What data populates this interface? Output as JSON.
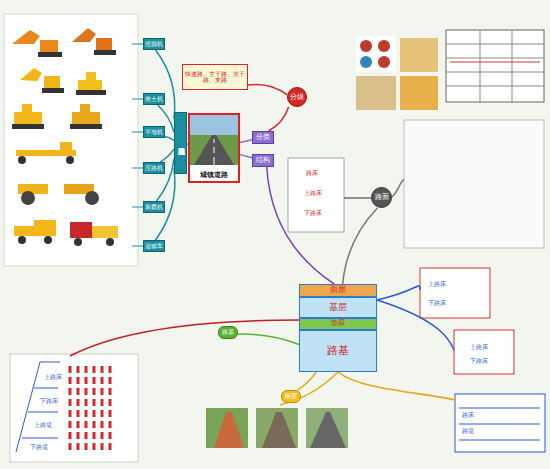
{
  "diagram": {
    "nodes": [
      {
        "text": [
          "城镇道路"
        ]
      },
      {
        "text": [
          "分类"
        ]
      },
      {
        "text": [
          "结构"
        ]
      },
      {
        "text": [
          "分级"
        ]
      },
      {
        "text": [
          "路面"
        ]
      },
      {
        "text": [
          "面层"
        ]
      },
      {
        "text": [
          "基层"
        ]
      },
      {
        "text": [
          "垫层"
        ]
      },
      {
        "text": [
          "路基"
        ]
      },
      {
        "text": [
          "常用施工机械"
        ]
      },
      {
        "text": [
          "挖掘机"
        ]
      },
      {
        "text": [
          "推土机"
        ]
      },
      {
        "text": [
          "平地机"
        ]
      },
      {
        "text": [
          "压路机"
        ]
      },
      {
        "text": [
          "装载机"
        ]
      },
      {
        "text": [
          "运输车"
        ]
      },
      {
        "text": [
          "路基"
        ]
      },
      {
        "text": [
          "断面"
        ]
      },
      {
        "text": [
          "快速路、主干路、次干路、支路"
        ]
      }
    ],
    "edges": [
      {
        "from": 0,
        "to": 1,
        "arrow": "none"
      },
      {
        "from": 0,
        "to": 2,
        "arrow": "none"
      },
      {
        "from": 9,
        "to": 0,
        "arrow": "none"
      },
      {
        "from": 9,
        "to": 10,
        "arrow": "none"
      },
      {
        "from": 9,
        "to": 11,
        "arrow": "none"
      },
      {
        "from": 9,
        "to": 12,
        "arrow": "none"
      },
      {
        "from": 9,
        "to": 13,
        "arrow": "none"
      },
      {
        "from": 9,
        "to": 14,
        "arrow": "none"
      },
      {
        "from": 9,
        "to": 15,
        "arrow": "none"
      },
      {
        "from": 1,
        "to": 3,
        "arrow": "none"
      },
      {
        "from": 3,
        "to": 18,
        "arrow": "none"
      },
      {
        "from": 2,
        "to": 5,
        "arrow": "none"
      },
      {
        "from": 4,
        "to": 6,
        "arrow": "none"
      },
      {
        "from": 16,
        "to": 8,
        "arrow": "none"
      },
      {
        "from": 17,
        "to": 8,
        "arrow": "none"
      }
    ],
    "labels": [
      "上路床",
      "下路床",
      "上路床",
      "下路床",
      "上路床",
      "下路床",
      "上路堤",
      "下路堤",
      "路床",
      "路堤",
      "路床",
      "上路床",
      "下路床"
    ]
  }
}
